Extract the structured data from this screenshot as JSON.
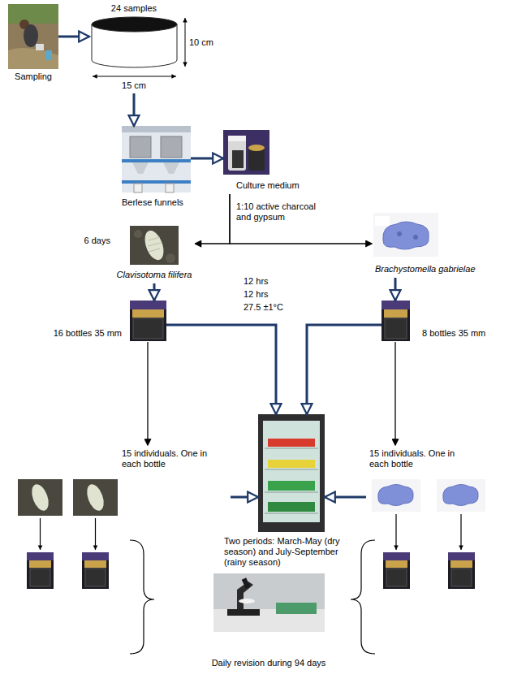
{
  "diagram": {
    "nodes": [
      {
        "text": [
          "Sampling"
        ]
      },
      {
        "text": [
          "24 samples"
        ]
      },
      {
        "text": [
          "Berlese funnels"
        ]
      },
      {
        "text": [
          "Culture medium"
        ]
      },
      {
        "text": [
          "Clavisotoma filifera"
        ]
      },
      {
        "text": [
          "Brachystomella gabrielae"
        ]
      },
      {
        "text": [
          "16 bottles 35 mm"
        ]
      },
      {
        "text": [
          "8 bottles 35 mm"
        ]
      },
      {
        "text": [
          "Two periods: March-May (dry season) and July-September (rainy season)"
        ]
      },
      {
        "text": [
          "15 individuals. One in each bottle"
        ]
      },
      {
        "text": [
          "15 individuals. One in each bottle"
        ]
      },
      {
        "text": [
          "Daily revision during 94 days"
        ]
      }
    ],
    "edges": [
      {
        "from": 0,
        "to": 1,
        "arrow": "to"
      },
      {
        "from": 1,
        "to": 2,
        "arrow": "to"
      },
      {
        "from": 2,
        "to": 3,
        "arrow": "to"
      },
      {
        "from": 3,
        "to": 4,
        "arrow": "to"
      },
      {
        "from": 3,
        "to": 5,
        "arrow": "to"
      },
      {
        "from": 4,
        "to": 6,
        "arrow": "to"
      },
      {
        "from": 5,
        "to": 7,
        "arrow": "to"
      },
      {
        "from": 6,
        "to": 8,
        "arrow": "to"
      },
      {
        "from": 7,
        "to": 8,
        "arrow": "to"
      },
      {
        "from": 6,
        "to": 9,
        "arrow": "to"
      },
      {
        "from": 7,
        "to": 10,
        "arrow": "to"
      },
      {
        "from": 9,
        "to": 8,
        "arrow": "to"
      },
      {
        "from": 10,
        "to": 8,
        "arrow": "to"
      }
    ],
    "labels": [
      "10 cm",
      "15 cm",
      "1:10 active charcoal and gypsum",
      "6 days",
      "12 hrs",
      "12 hrs",
      "27.5 ±1°C"
    ]
  }
}
